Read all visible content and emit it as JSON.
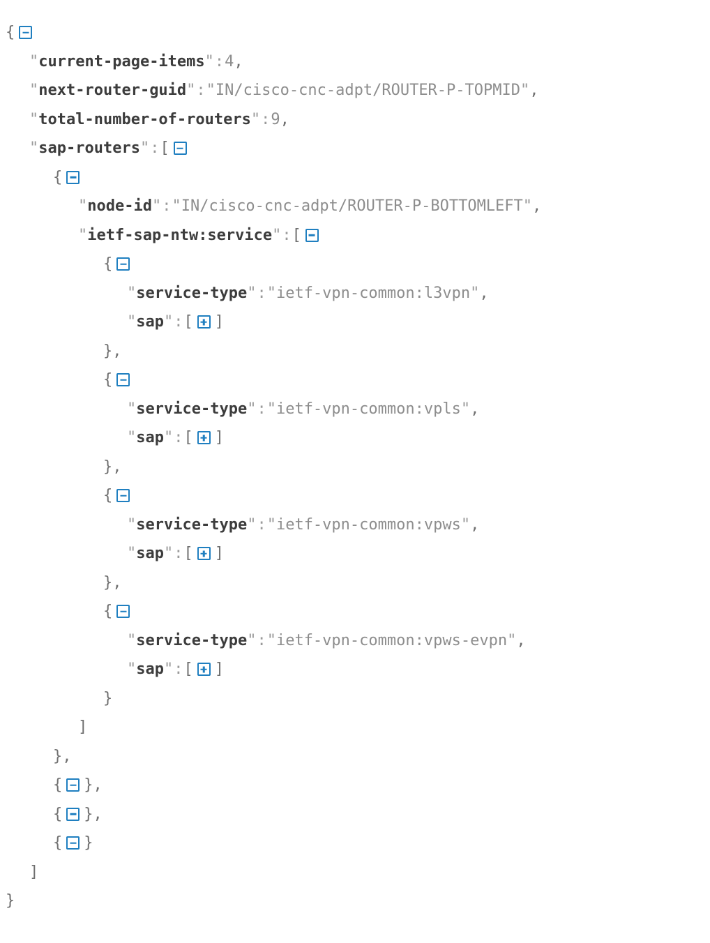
{
  "viewer": {
    "name": "json-tree-viewer",
    "colors": {
      "background": "#ffffff",
      "key": "#3c3c3c",
      "value": "#8d8d8d",
      "punctuation": "#6f6f6f",
      "toggle_accent": "#1f7fc0"
    }
  },
  "syntax": {
    "quote": "\"",
    "colon": ":",
    "comma": ",",
    "open_brace": "{",
    "close_brace": "}",
    "close_brace_comma": "},",
    "open_bracket": "[",
    "close_bracket": "]",
    "brace_pair_comma": "},",
    "brace_pair": "}"
  },
  "json": {
    "root": {
      "current-page-items": 4,
      "next-router-guid": "IN/cisco-cnc-adpt/ROUTER-P-TOPMID",
      "total-number-of-routers": 9,
      "sap-routers": [
        {
          "node-id": "IN/cisco-cnc-adpt/ROUTER-P-BOTTOMLEFT",
          "ietf-sap-ntw:service": [
            {
              "service-type": "ietf-vpn-common:l3vpn",
              "sap": []
            },
            {
              "service-type": "ietf-vpn-common:vpls",
              "sap": []
            },
            {
              "service-type": "ietf-vpn-common:vpws",
              "sap": []
            },
            {
              "service-type": "ietf-vpn-common:vpws-evpn",
              "sap": []
            }
          ]
        },
        {},
        {},
        {}
      ]
    }
  },
  "lines": {
    "l01": {
      "brace": "{"
    },
    "l02": {
      "key": "current-page-items",
      "value": "4",
      "comma": ","
    },
    "l03": {
      "key": "next-router-guid",
      "value": "IN/cisco-cnc-adpt/ROUTER-P-TOPMID",
      "comma": ","
    },
    "l04": {
      "key": "total-number-of-routers",
      "value": "9",
      "comma": ","
    },
    "l05": {
      "key": "sap-routers",
      "bracket": "["
    },
    "l06": {
      "brace": "{"
    },
    "l07": {
      "key": "node-id",
      "value": "IN/cisco-cnc-adpt/ROUTER-P-BOTTOMLEFT",
      "comma": ","
    },
    "l08": {
      "key": "ietf-sap-ntw:service",
      "bracket": "["
    },
    "l09": {
      "brace": "{"
    },
    "l10": {
      "key": "service-type",
      "value": "ietf-vpn-common:l3vpn",
      "comma": ","
    },
    "l11": {
      "key": "sap",
      "open": "[",
      "close": "]"
    },
    "l12": {
      "brace": "},"
    },
    "l13": {
      "brace": "{"
    },
    "l14": {
      "key": "service-type",
      "value": "ietf-vpn-common:vpls",
      "comma": ","
    },
    "l15": {
      "key": "sap",
      "open": "[",
      "close": "]"
    },
    "l16": {
      "brace": "},"
    },
    "l17": {
      "brace": "{"
    },
    "l18": {
      "key": "service-type",
      "value": "ietf-vpn-common:vpws",
      "comma": ","
    },
    "l19": {
      "key": "sap",
      "open": "[",
      "close": "]"
    },
    "l20": {
      "brace": "},"
    },
    "l21": {
      "brace": "{"
    },
    "l22": {
      "key": "service-type",
      "value": "ietf-vpn-common:vpws-evpn",
      "comma": ","
    },
    "l23": {
      "key": "sap",
      "open": "[",
      "close": "]"
    },
    "l24": {
      "brace": "}"
    },
    "l25": {
      "bracket": "]"
    },
    "l26": {
      "brace": "},"
    },
    "l27": {
      "open": "{",
      "close": "},"
    },
    "l28": {
      "open": "{",
      "close": "},"
    },
    "l29": {
      "open": "{",
      "close": "}"
    },
    "l30": {
      "bracket": "]"
    },
    "l31": {
      "brace": "}"
    }
  },
  "toggles": {
    "root": "collapse",
    "sap_routers_array": "collapse",
    "router_object": "collapse",
    "service_array": "collapse",
    "service_1": "collapse",
    "sap_1": "expand",
    "service_2": "collapse",
    "sap_2": "expand",
    "service_3": "collapse",
    "sap_3": "expand",
    "service_4": "collapse",
    "sap_4": "expand",
    "router_2": "collapse",
    "router_3": "collapse",
    "router_4": "collapse"
  }
}
